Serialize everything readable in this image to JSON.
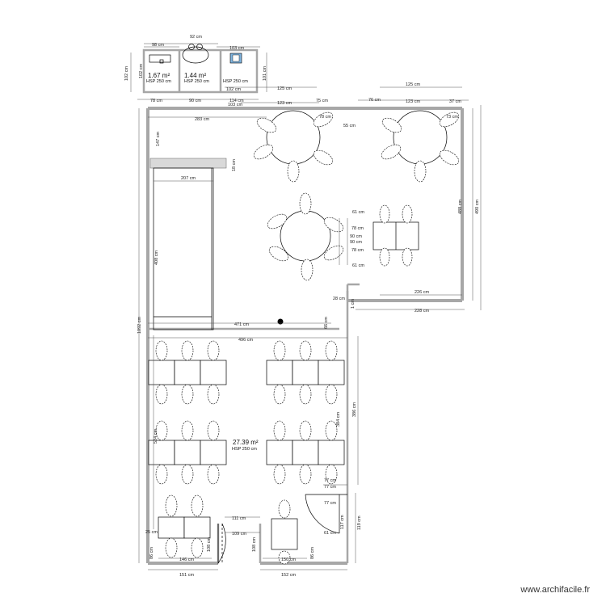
{
  "rooms": {
    "wc_left_area": "1.67 m²",
    "wc_left_hsp": "HSP 250 cm",
    "wc_mid_area": "1.44 m²",
    "wc_mid_hsp": "HSP 250 cm",
    "wc_right_hsp": "HSP 250 cm",
    "main_area": "27.39 m²",
    "main_hsp": "HSP 250 cm"
  },
  "dims": {
    "d92": "92 cm",
    "d98": "98 cm",
    "d103": "103 cm",
    "d102a": "102 cm",
    "d101": "101 cm",
    "d102b": "102 cm",
    "d78": "78 cm",
    "d90": "90 cm",
    "d102c": "102 cm",
    "d125a": "125 cm",
    "d114": "114 cm",
    "d103b": "103 cm",
    "d123a": "123 cm",
    "d75": "75 cm",
    "d125b": "125 cm",
    "d76": "76 cm",
    "d123b": "123 cm",
    "d37": "37 cm",
    "d283": "283 cm",
    "d78b": "78 cm",
    "d55": "55 cm",
    "d73": "73 cm",
    "d147": "147 cm",
    "d18": "18 cm",
    "d207": "207 cm",
    "d408": "408 cm",
    "d488": "488 cm",
    "d490": "490 cm",
    "d61a": "61 cm",
    "d78c": "78 cm",
    "d90a": "90 cm",
    "d90b": "90 cm",
    "d78d": "78 cm",
    "d61b": "61 cm",
    "d226": "226 cm",
    "d228": "228 cm",
    "d28": "28 cm",
    "d1": "1 cm",
    "d471": "471 cm",
    "d66": "66 cm",
    "d1092": "1092 cm",
    "d496": "496 cm",
    "d384": "384 cm",
    "d386": "386 cm",
    "d524": "524 cm",
    "d77a": "77 cm",
    "d77b": "77 cm",
    "d77c": "77 cm",
    "d111": "111 cm",
    "d109": "109 cm",
    "d117": "117 cm",
    "d119": "119 cm",
    "d61c": "61 cm",
    "d25": "25 cm",
    "d86a": "86 cm",
    "d146": "146 cm",
    "d108a": "108 cm",
    "d108b": "108 cm",
    "d150": "150 cm",
    "d86b": "86 cm",
    "d151": "151 cm",
    "d152": "152 cm"
  },
  "watermark": "www.archifacile.fr",
  "colors": {
    "wall": "#a7a7a7",
    "line": "#000000",
    "dimension": "#555555"
  }
}
